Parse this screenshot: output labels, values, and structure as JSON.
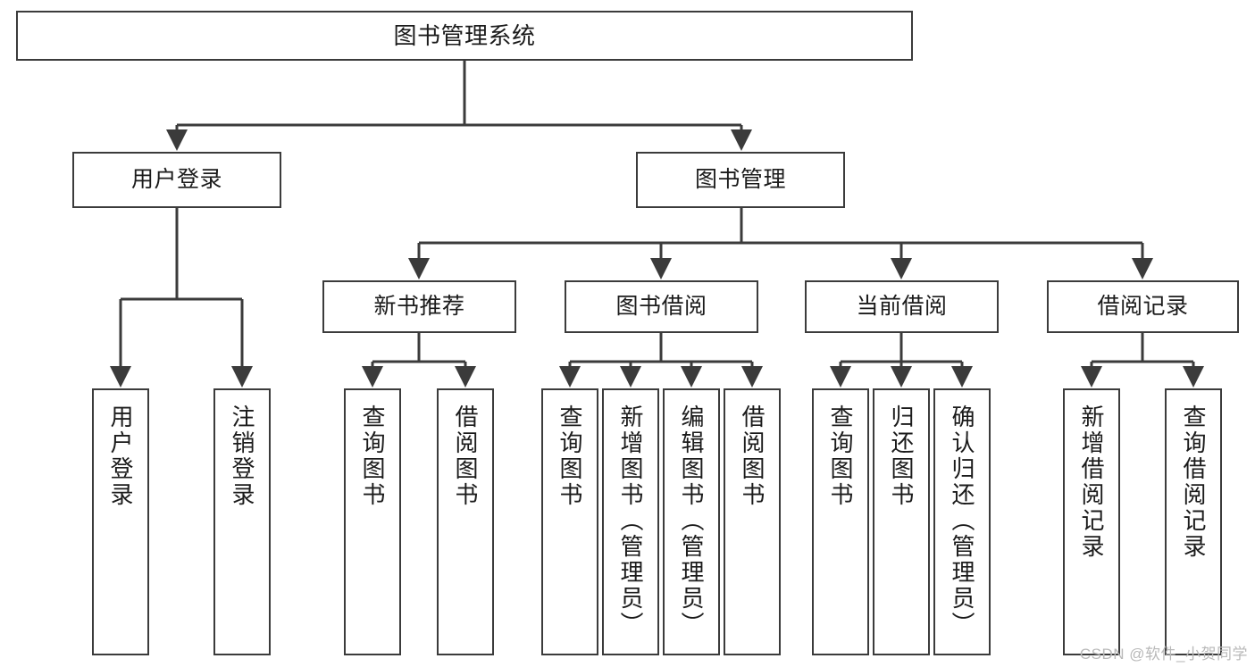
{
  "diagram": {
    "title": "图书管理系统",
    "type": "tree-hierarchy",
    "colors": {
      "stroke": "#3b3b3b",
      "fill": "#ffffff",
      "text": "#1b1b1b",
      "watermark": "#b9b9b9"
    },
    "root": {
      "label": "图书管理系统"
    },
    "level2": [
      {
        "label": "用户登录"
      },
      {
        "label": "图书管理"
      }
    ],
    "level3": [
      {
        "label": "新书推荐"
      },
      {
        "label": "图书借阅"
      },
      {
        "label": "当前借阅"
      },
      {
        "label": "借阅记录"
      }
    ],
    "leaves": {
      "user_login": [
        {
          "label": "用户登录"
        },
        {
          "label": "注销登录"
        }
      ],
      "new_book": [
        {
          "label": "查询图书"
        },
        {
          "label": "借阅图书"
        }
      ],
      "book_borrow": [
        {
          "label": "查询图书"
        },
        {
          "label": "新增图书（管理员）"
        },
        {
          "label": "编辑图书（管理员）"
        },
        {
          "label": "借阅图书"
        }
      ],
      "current_borrow": [
        {
          "label": "查询图书"
        },
        {
          "label": "归还图书"
        },
        {
          "label": "确认归还（管理员）"
        }
      ],
      "borrow_record": [
        {
          "label": "新增借阅记录"
        },
        {
          "label": "查询借阅记录"
        }
      ]
    },
    "watermark": "CSDN @软件_小贺同学"
  }
}
